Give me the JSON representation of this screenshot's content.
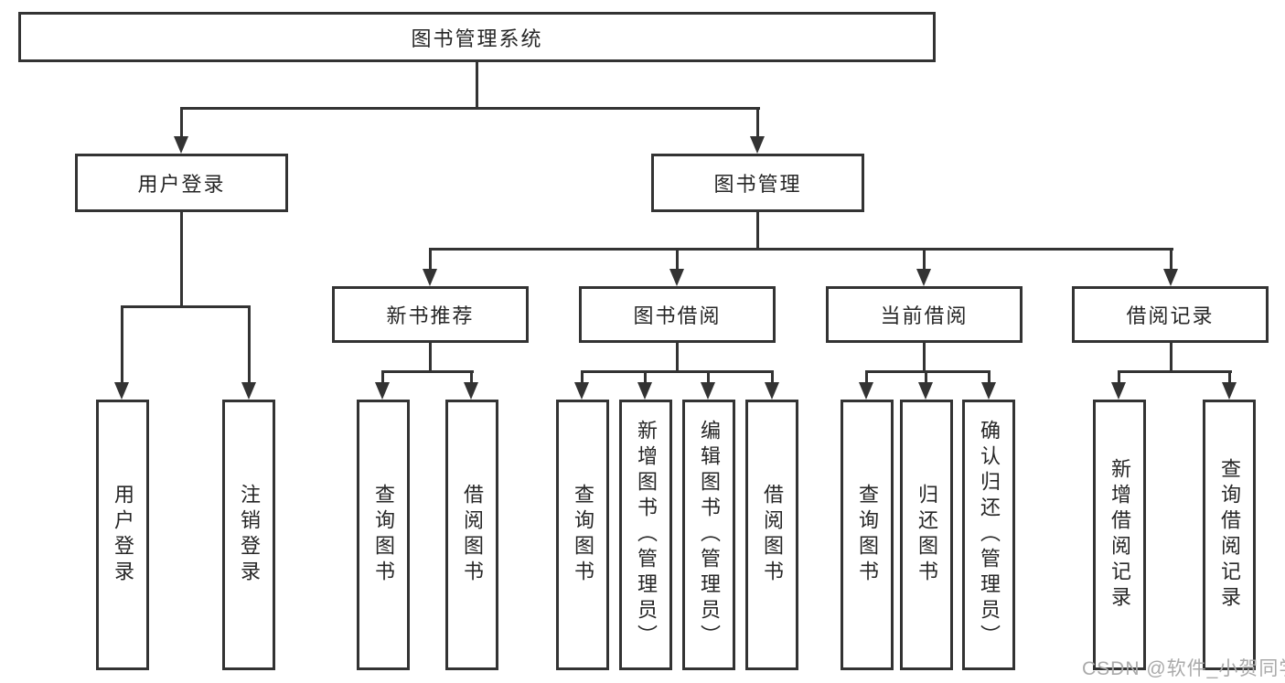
{
  "diagram": {
    "root": {
      "label": "图书管理系统"
    },
    "level1": [
      {
        "id": "user-login",
        "label": "用户登录"
      },
      {
        "id": "book-management",
        "label": "图书管理"
      }
    ],
    "level2": [
      {
        "id": "new-book-recommend",
        "label": "新书推荐",
        "parent": "book-management"
      },
      {
        "id": "book-borrow",
        "label": "图书借阅",
        "parent": "book-management"
      },
      {
        "id": "current-borrow",
        "label": "当前借阅",
        "parent": "book-management"
      },
      {
        "id": "borrow-records",
        "label": "借阅记录",
        "parent": "book-management"
      }
    ],
    "leaves": [
      {
        "parent": "user-login",
        "label": "用户登录"
      },
      {
        "parent": "user-login",
        "label": "注销登录"
      },
      {
        "parent": "new-book-recommend",
        "label": "查询图书"
      },
      {
        "parent": "new-book-recommend",
        "label": "借阅图书"
      },
      {
        "parent": "book-borrow",
        "label": "查询图书"
      },
      {
        "parent": "book-borrow",
        "label": "新增图书（管理员）"
      },
      {
        "parent": "book-borrow",
        "label": "编辑图书（管理员）"
      },
      {
        "parent": "book-borrow",
        "label": "借阅图书"
      },
      {
        "parent": "current-borrow",
        "label": "查询图书"
      },
      {
        "parent": "current-borrow",
        "label": "归还图书"
      },
      {
        "parent": "current-borrow",
        "label": "确认归还（管理员）"
      },
      {
        "parent": "borrow-records",
        "label": "新增借阅记录"
      },
      {
        "parent": "borrow-records",
        "label": "查询借阅记录"
      }
    ]
  },
  "watermark": "CSDN @软件_小贺同学",
  "colors": {
    "line": "#333333",
    "text": "#262626",
    "background": "#ffffff",
    "watermark": "#aaaaaa"
  }
}
